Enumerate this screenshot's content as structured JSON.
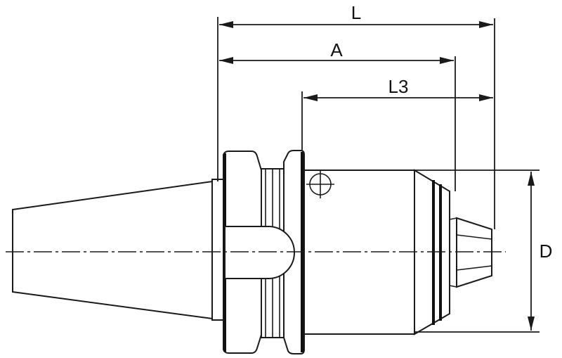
{
  "dimensions": {
    "overall_length": "L",
    "gauge_length": "A",
    "chuck_length": "L3",
    "body_diameter": "D"
  }
}
